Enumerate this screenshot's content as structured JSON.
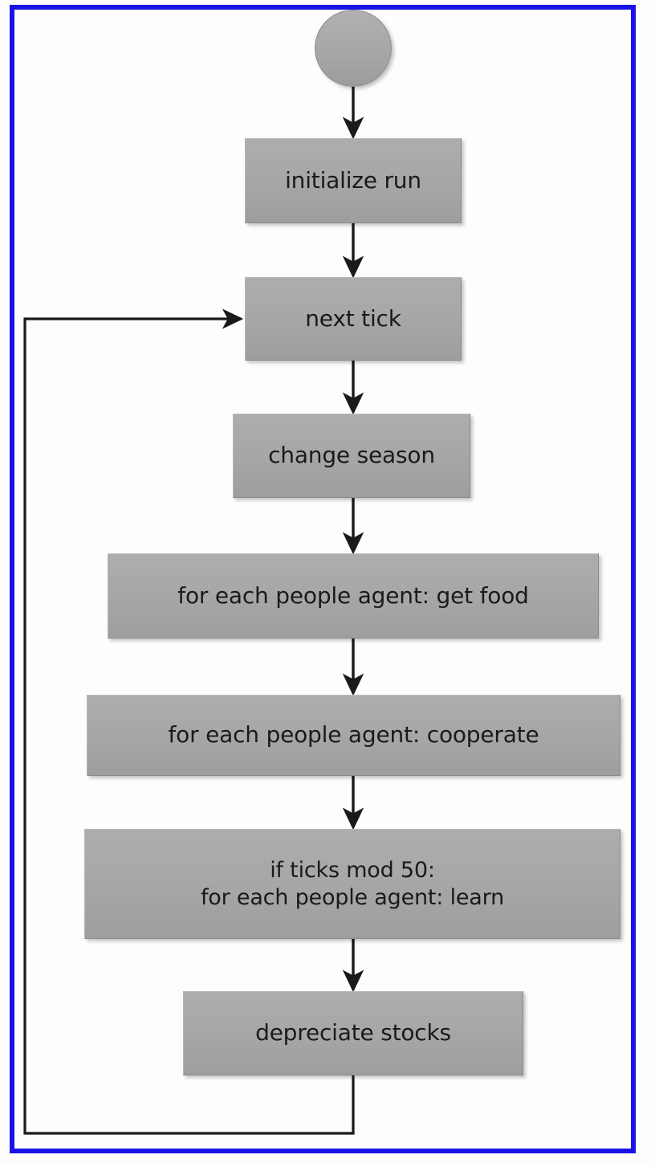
{
  "figure": {
    "type": "flowchart",
    "orientation": "top-to-bottom",
    "frame_color": "#1a13e8",
    "node_fill": "#a8a8a8",
    "node_border": "#8a8a8a",
    "edge_color": "#1a1a1a",
    "background": "#fdfdfd"
  },
  "nodes": [
    {
      "id": "start",
      "shape": "circle",
      "label": ""
    },
    {
      "id": "initialize",
      "shape": "rect",
      "label": "initialize run"
    },
    {
      "id": "nexttick",
      "shape": "rect",
      "label": "next tick"
    },
    {
      "id": "season",
      "shape": "rect",
      "label": "change season"
    },
    {
      "id": "getfood",
      "shape": "rect",
      "label": "for each people agent: get food"
    },
    {
      "id": "cooperate",
      "shape": "rect",
      "label": "for each people agent: cooperate"
    },
    {
      "id": "learn",
      "shape": "rect",
      "label": "if ticks mod 50:\nfor each people agent: learn"
    },
    {
      "id": "depreciate",
      "shape": "rect",
      "label": "depreciate stocks"
    }
  ],
  "edges": [
    {
      "from": "start",
      "to": "initialize",
      "kind": "straight-down",
      "arrow": true
    },
    {
      "from": "initialize",
      "to": "nexttick",
      "kind": "straight-down",
      "arrow": true
    },
    {
      "from": "nexttick",
      "to": "season",
      "kind": "straight-down",
      "arrow": true
    },
    {
      "from": "season",
      "to": "getfood",
      "kind": "straight-down",
      "arrow": true
    },
    {
      "from": "getfood",
      "to": "cooperate",
      "kind": "straight-down",
      "arrow": true
    },
    {
      "from": "cooperate",
      "to": "learn",
      "kind": "straight-down",
      "arrow": true
    },
    {
      "from": "learn",
      "to": "depreciate",
      "kind": "straight-down",
      "arrow": true
    },
    {
      "from": "depreciate",
      "to": "nexttick",
      "kind": "feedback-loop-left",
      "arrow": true
    }
  ]
}
